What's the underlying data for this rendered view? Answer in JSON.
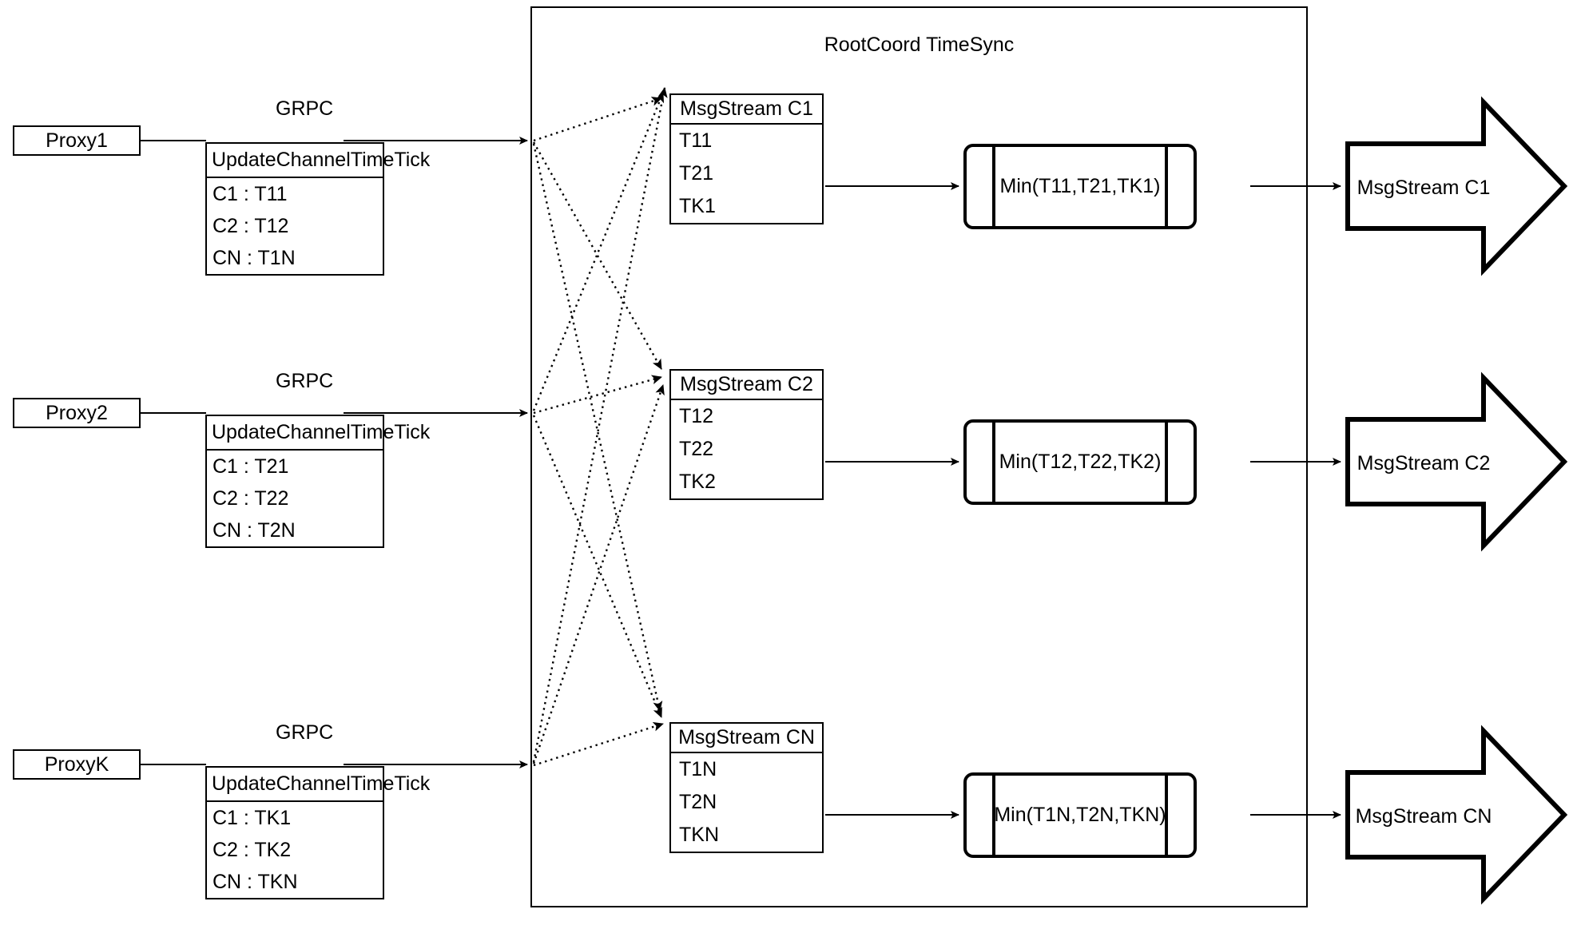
{
  "diagram": {
    "title": "RootCoord TimeSync",
    "container_label": "RootCoord TimeSync",
    "proxies": [
      {
        "name": "Proxy1",
        "link_label": "GRPC",
        "request": {
          "header": "UpdateChannelTimeTick",
          "rows": [
            "C1 :  T11",
            "C2 :  T12",
            "CN : T1N"
          ]
        }
      },
      {
        "name": "Proxy2",
        "link_label": "GRPC",
        "request": {
          "header": "UpdateChannelTimeTick",
          "rows": [
            "C1 :  T21",
            "C2 :  T22",
            "CN : T2N"
          ]
        }
      },
      {
        "name": "ProxyK",
        "link_label": "GRPC",
        "request": {
          "header": "UpdateChannelTimeTick",
          "rows": [
            "C1 :  TK1",
            "C2 :  TK2",
            "CN : TKN"
          ]
        }
      }
    ],
    "channels": [
      {
        "stream": {
          "header": "MsgStream C1",
          "rows": [
            "T11",
            "T21",
            "TK1"
          ]
        },
        "min_op": "Min(T11,T21,TK1)",
        "output": "MsgStream C1"
      },
      {
        "stream": {
          "header": "MsgStream C2",
          "rows": [
            "T12",
            "T22",
            "TK2"
          ]
        },
        "min_op": "Min(T12,T22,TK2)",
        "output": "MsgStream C2"
      },
      {
        "stream": {
          "header": "MsgStream CN",
          "rows": [
            "T1N",
            "T2N",
            "TKN"
          ]
        },
        "min_op": "Min(T1N,T2N,TKN)",
        "output": "MsgStream CN"
      }
    ],
    "colors": {
      "stroke": "#000000",
      "background": "#ffffff"
    }
  }
}
